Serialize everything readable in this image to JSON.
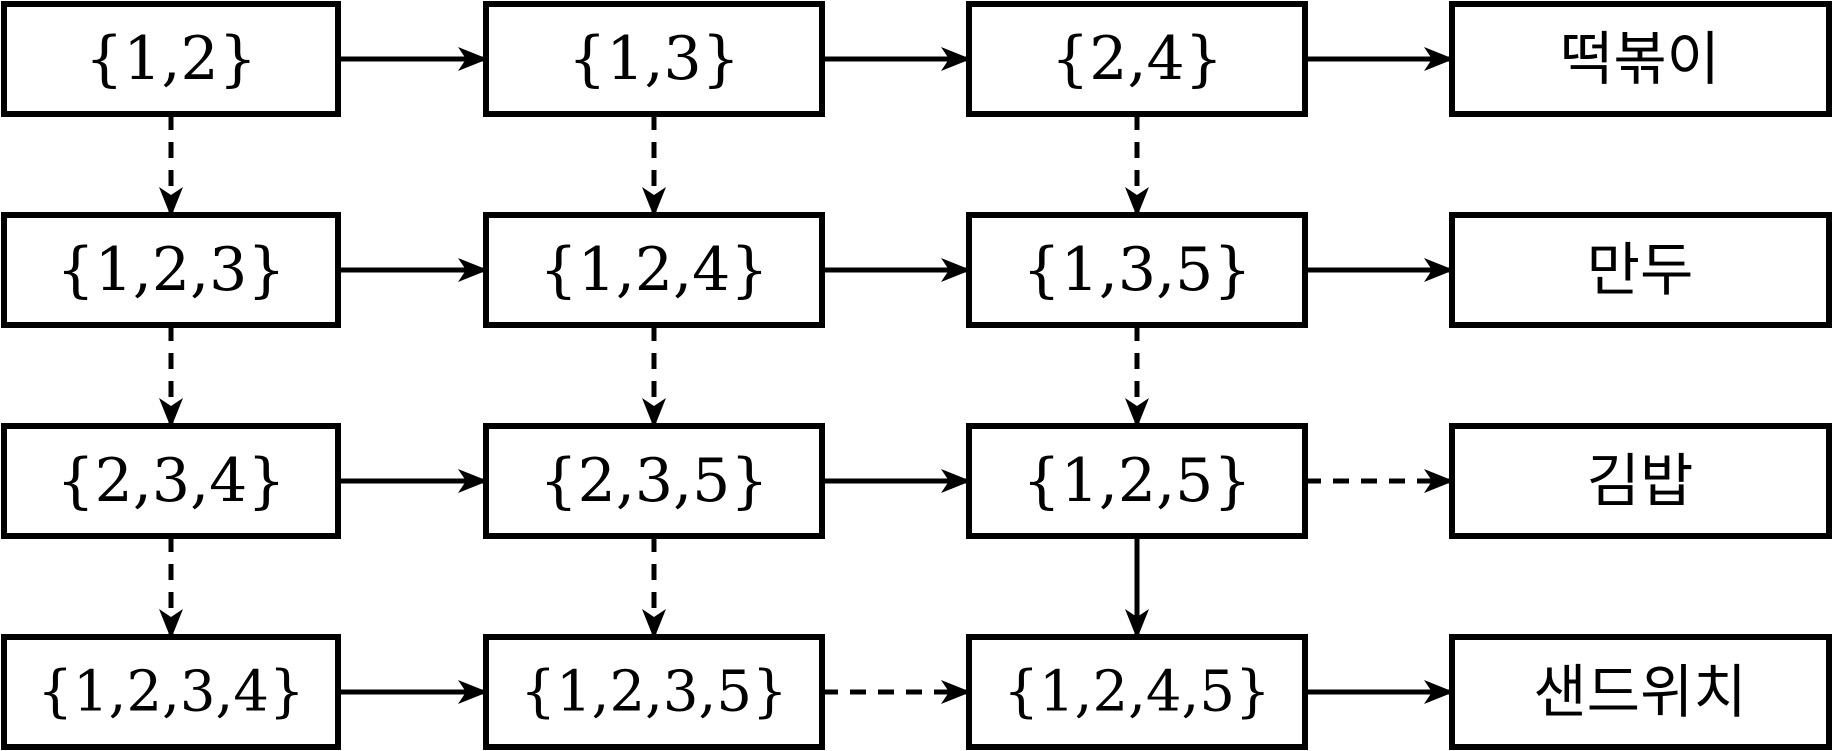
{
  "nodes": {
    "r1c1": "{1,2}",
    "r1c2": "{1,3}",
    "r1c3": "{2,4}",
    "r1c4": "떡볶이",
    "r2c1": "{1,2,3}",
    "r2c2": "{1,2,4}",
    "r2c3": "{1,3,5}",
    "r2c4": "만두",
    "r3c1": "{2,3,4}",
    "r3c2": "{2,3,5}",
    "r3c3": "{1,2,5}",
    "r3c4": "김밥",
    "r4c1": "{1,2,3,4}",
    "r4c2": "{1,2,3,5}",
    "r4c3": "{1,2,4,5}",
    "r4c4": "샌드위치"
  },
  "edges": [
    {
      "from": "r1c1",
      "to": "r1c2",
      "style": "solid"
    },
    {
      "from": "r1c2",
      "to": "r1c3",
      "style": "solid"
    },
    {
      "from": "r1c3",
      "to": "r1c4",
      "style": "solid"
    },
    {
      "from": "r2c1",
      "to": "r2c2",
      "style": "solid"
    },
    {
      "from": "r2c2",
      "to": "r2c3",
      "style": "solid"
    },
    {
      "from": "r2c3",
      "to": "r2c4",
      "style": "solid"
    },
    {
      "from": "r3c1",
      "to": "r3c2",
      "style": "solid"
    },
    {
      "from": "r3c2",
      "to": "r3c3",
      "style": "solid"
    },
    {
      "from": "r3c3",
      "to": "r3c4",
      "style": "dashed"
    },
    {
      "from": "r4c1",
      "to": "r4c2",
      "style": "solid"
    },
    {
      "from": "r4c2",
      "to": "r4c3",
      "style": "dashed"
    },
    {
      "from": "r4c3",
      "to": "r4c4",
      "style": "solid"
    },
    {
      "from": "r1c1",
      "to": "r2c1",
      "style": "dashed"
    },
    {
      "from": "r2c1",
      "to": "r3c1",
      "style": "dashed"
    },
    {
      "from": "r3c1",
      "to": "r4c1",
      "style": "dashed"
    },
    {
      "from": "r1c2",
      "to": "r2c2",
      "style": "dashed"
    },
    {
      "from": "r2c2",
      "to": "r3c2",
      "style": "dashed"
    },
    {
      "from": "r3c2",
      "to": "r4c2",
      "style": "dashed"
    },
    {
      "from": "r1c3",
      "to": "r2c3",
      "style": "dashed"
    },
    {
      "from": "r2c3",
      "to": "r3c3",
      "style": "dashed"
    },
    {
      "from": "r3c3",
      "to": "r4c3",
      "style": "solid"
    }
  ]
}
